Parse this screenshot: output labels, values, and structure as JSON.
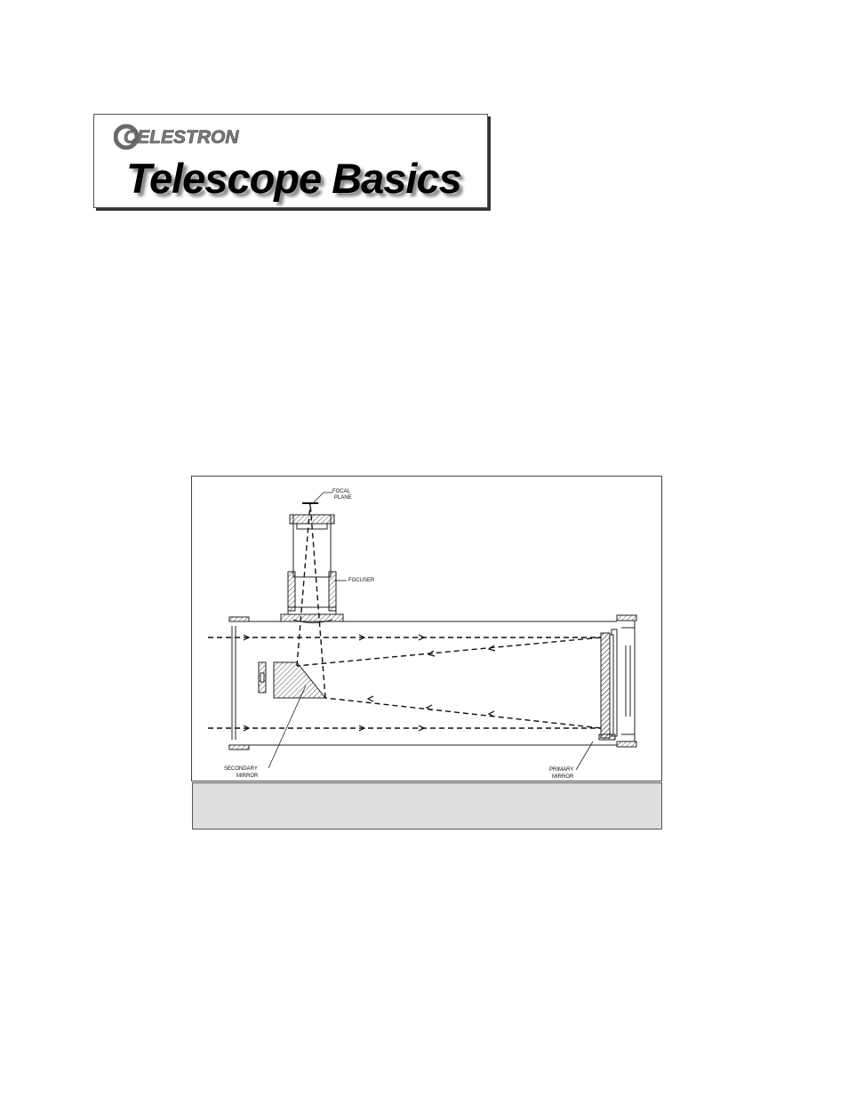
{
  "header": {
    "brand": "CELESTRON",
    "title": "Telescope Basics"
  },
  "diagram": {
    "labels": {
      "focal_plane": [
        "FOCAL",
        "PLANE"
      ],
      "focuser": "FOCUSER",
      "secondary_mirror": [
        "SECONDARY",
        "MIRROR"
      ],
      "primary_mirror": [
        "PRIMARY",
        "MIRROR"
      ]
    }
  },
  "colors": {
    "caption_background": "#dedede",
    "ink": "#111111"
  }
}
